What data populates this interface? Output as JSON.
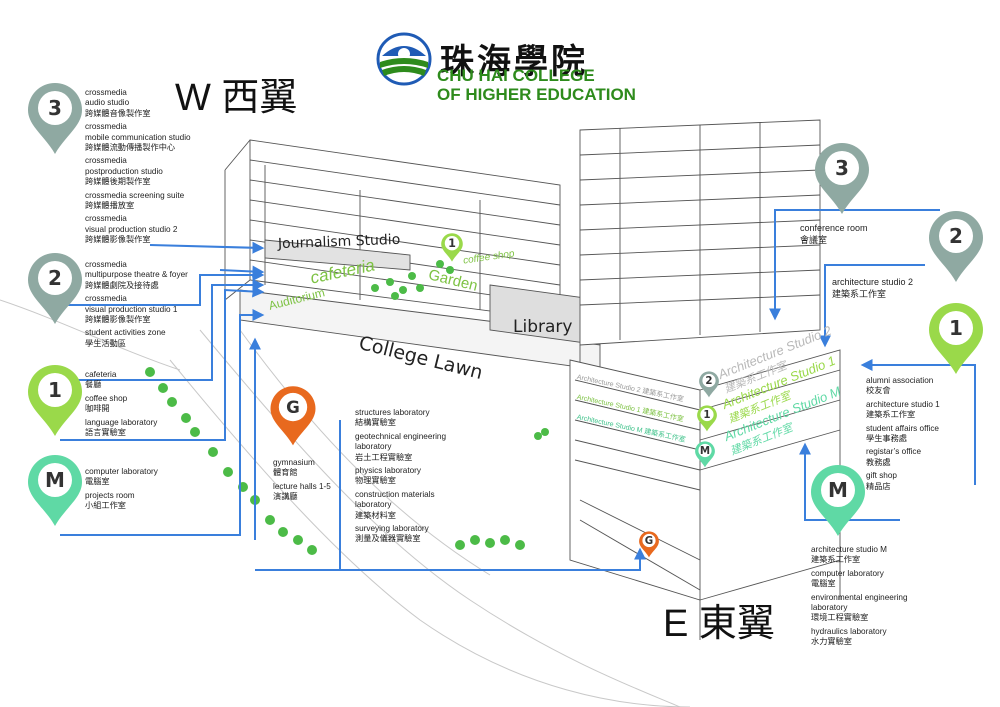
{
  "header": {
    "college_cn": "珠海學院",
    "college_en_line1": "CHU HAI COLLEGE",
    "college_en_line2": "OF HIGHER EDUCATION"
  },
  "wings": {
    "west": "W 西翼",
    "east": "E 東翼"
  },
  "map_labels": {
    "journalism_studio": "Journalism Studio",
    "cafeteria": "cafeteria",
    "auditorium": "Auditorium",
    "garden": "Garden",
    "coffee_shop": "coffee shop",
    "library": "Library",
    "college_lawn": "College Lawn",
    "arch_studio_2": "Architecture Studio 2",
    "arch_studio_1": "Architecture Studio 1",
    "arch_studio_m": "Architecture Studio M",
    "arch_cn": "建築系工作室",
    "small_arch_2": "Architecture Studio 2 建築系工作室",
    "small_arch_1": "Architecture Studio 1 建築系工作室",
    "small_arch_m": "Architecture Studio M 建築系工作室"
  },
  "colors": {
    "grey_pin": "#8fa9a2",
    "lime_pin": "#9ad94a",
    "mint_pin": "#5fd9a5",
    "orange_pin": "#e8691e",
    "arrow_blue": "#3a7fdc",
    "tree_green": "#4cbb47"
  },
  "pins": {
    "w3": "3",
    "w2": "2",
    "w1": "1",
    "wm": "M",
    "g": "G",
    "e3": "3",
    "e2": "2",
    "e1": "1",
    "em": "M",
    "coffee": "1",
    "small_2": "2",
    "small_1": "1",
    "small_m": "M",
    "small_g": "G"
  },
  "west_legend": {
    "floor3": [
      "crossmedia",
      "audio studio",
      "跨媒體音像製作室",
      "crossmedia",
      "mobile communication studio",
      "跨媒體流動傳播製作中心",
      "crossmedia",
      "postproduction studio",
      "跨媒體後期製作室",
      "crossmedia screening suite",
      "跨媒體播放室",
      "crossmedia",
      "visual production studio 2",
      "跨媒體影像製作室"
    ],
    "floor2": [
      "crossmedia",
      "multipurpose theatre & foyer",
      "跨媒體劇院及接待處",
      "crossmedia",
      "visual production studio 1",
      "跨媒體影像製作室",
      "student activities zone",
      "學生活動區"
    ],
    "floor1": [
      "cafeteria",
      "餐廳",
      "coffee shop",
      "咖啡開",
      "language laboratory",
      "語言實驗室"
    ],
    "floorM": [
      "computer laboratory",
      "電腦室",
      "projects room",
      "小組工作室"
    ]
  },
  "g_legend": {
    "left": [
      "gymnasium",
      "體育館",
      "lecture halls 1-5",
      "演講廳"
    ],
    "right": [
      "structures laboratory",
      "結構實驗室",
      "geotechnical engineering",
      "laboratory",
      "岩土工程實驗室",
      "physics laboratory",
      "物理實驗室",
      "construction materials",
      "laboratory",
      "建築材料室",
      "surveying laboratory",
      "測量及儀器實驗室"
    ]
  },
  "east_legend": {
    "floor3": [
      "conference room",
      "會議室"
    ],
    "floor2": [
      "architecture studio 2",
      "建築系工作室"
    ],
    "floor1": [
      "alumni association",
      "校友會",
      "architecture studio 1",
      "建築系工作室",
      "student affairs office",
      "學生事務處",
      "registar’s office",
      "教務處",
      "gift shop",
      "精品店"
    ],
    "floorM": [
      "architecture studio M",
      "建築系工作室",
      "computer laboratory",
      "電腦室",
      "environmental engineering",
      "laboratory",
      "環境工程實驗室",
      "hydraulics  laboratory",
      "水力實驗室"
    ]
  }
}
